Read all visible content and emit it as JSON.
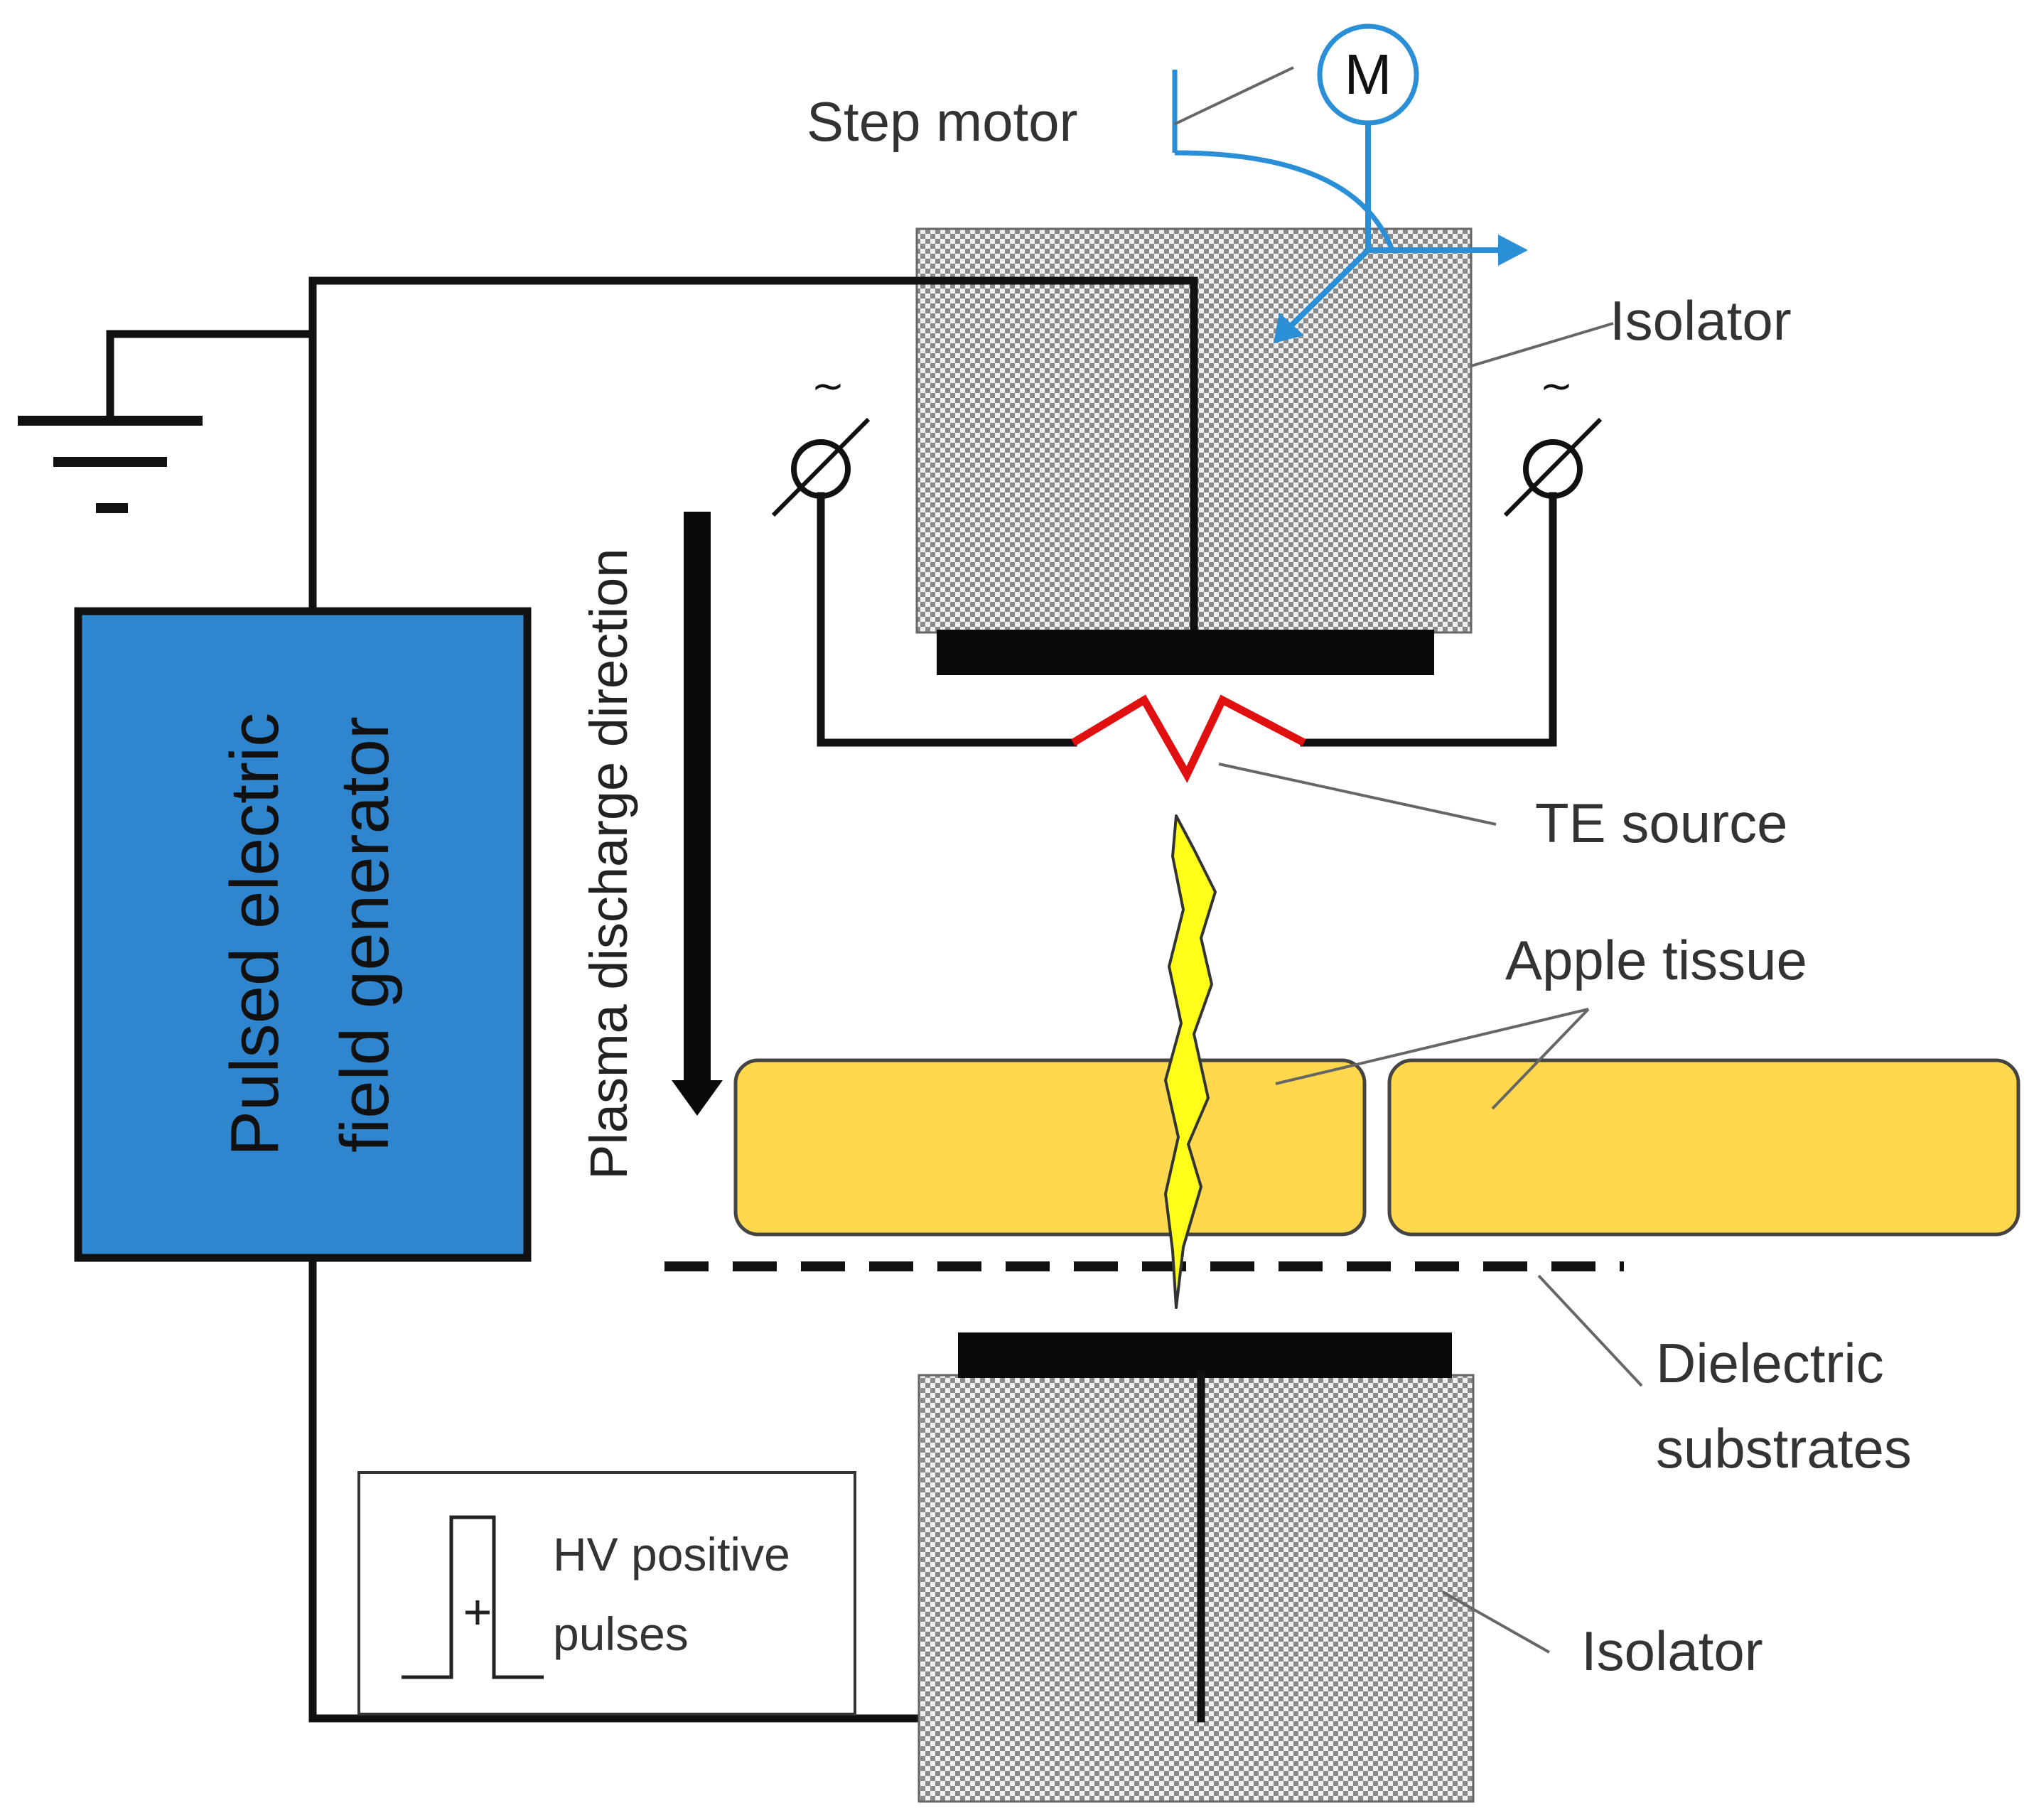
{
  "labels": {
    "step_motor": "Step motor",
    "motor_symbol": "M",
    "isolator_top": "Isolator",
    "isolator_bottom": "Isolator",
    "te_source": "TE source",
    "apple_tissue": "Apple tissue",
    "dielectric_line1": "Dielectric",
    "dielectric_line2": "substrates",
    "hv_line1": "HV positive",
    "hv_line2": "pulses",
    "hv_sign": "+",
    "generator_line1": "Pulsed electric",
    "generator_line2": "field generator",
    "plasma_direction": "Plasma discharge direction",
    "ac_symbol_left": "~",
    "ac_symbol_right": "~"
  },
  "colors": {
    "generator_fill": "#2f86cf",
    "motor_blue": "#2a8fd6",
    "apple_fill": "#ffd84d",
    "apple_stroke": "#444444",
    "spark_fill": "#ffff1a",
    "te_source_red": "#e01010",
    "isolator_dark": "#8a8a8a",
    "isolator_light": "#f2f2f2",
    "wire": "#111111"
  },
  "icons": {
    "motor": "circle-M-icon",
    "ground": "ground-symbol-icon",
    "ammeter": "variable-meter-icon",
    "spark": "lightning-bolt-icon",
    "pulse": "square-pulse-icon",
    "direction": "down-arrow-icon"
  }
}
